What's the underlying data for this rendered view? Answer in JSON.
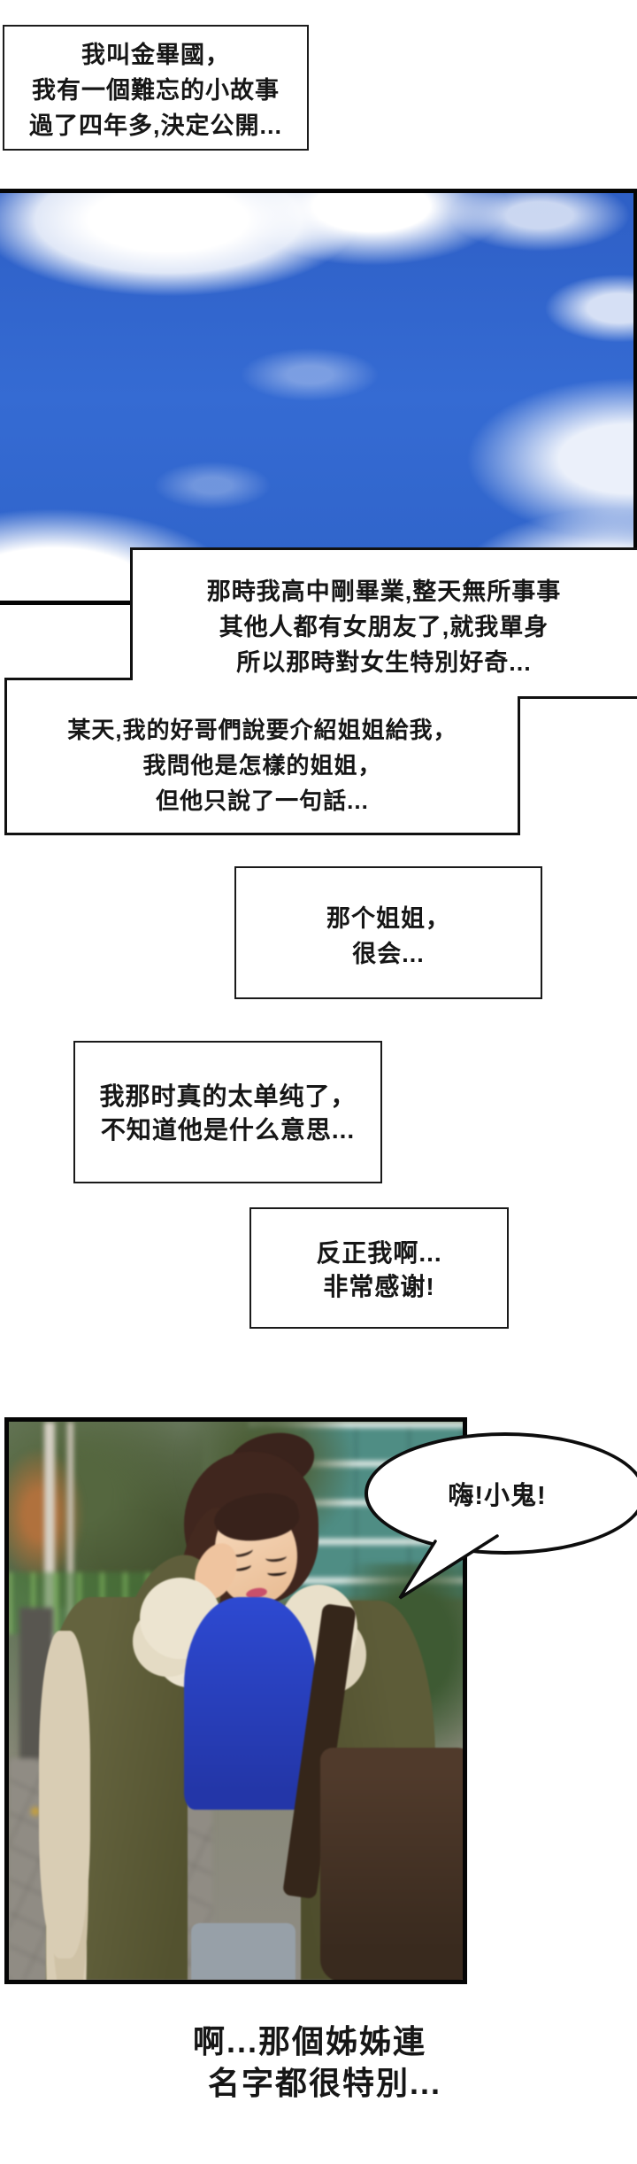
{
  "comic": {
    "box_intro": {
      "lines": [
        "我叫金畢國，",
        "我有一個難忘的小故事",
        "過了四年多,決定公開..."
      ]
    },
    "box_graduate": {
      "lines": [
        "那時我高中剛畢業,整天無所事事",
        "其他人都有女朋友了,就我單身",
        "所以那時對女生特別好奇..."
      ]
    },
    "box_someday": {
      "lines": [
        "某天,我的好哥們說要介紹姐姐給我，",
        "我問他是怎樣的姐姐，",
        "但他只說了一句話..."
      ]
    },
    "box_that_sister": {
      "lines": [
        "那个姐姐，",
        "很会..."
      ]
    },
    "box_naive": {
      "lines": [
        "我那时真的太单纯了，",
        "不知道他是什么意思..."
      ]
    },
    "box_thanks": {
      "lines": [
        "反正我啊...",
        "非常感谢!"
      ]
    },
    "bubble": {
      "text": "嗨!小鬼!"
    },
    "caption": {
      "lines": [
        "啊...那個姊姊連",
        "名字都很特別..."
      ]
    }
  },
  "colors": {
    "sky_blue": "#2f63c9",
    "ink": "#141414",
    "panel_border": "#050505",
    "parka_olive": "#5c5c39",
    "sweater_blue": "#2b44c4",
    "bag_brown": "#43301f",
    "building_teal": "#4f8d84"
  }
}
